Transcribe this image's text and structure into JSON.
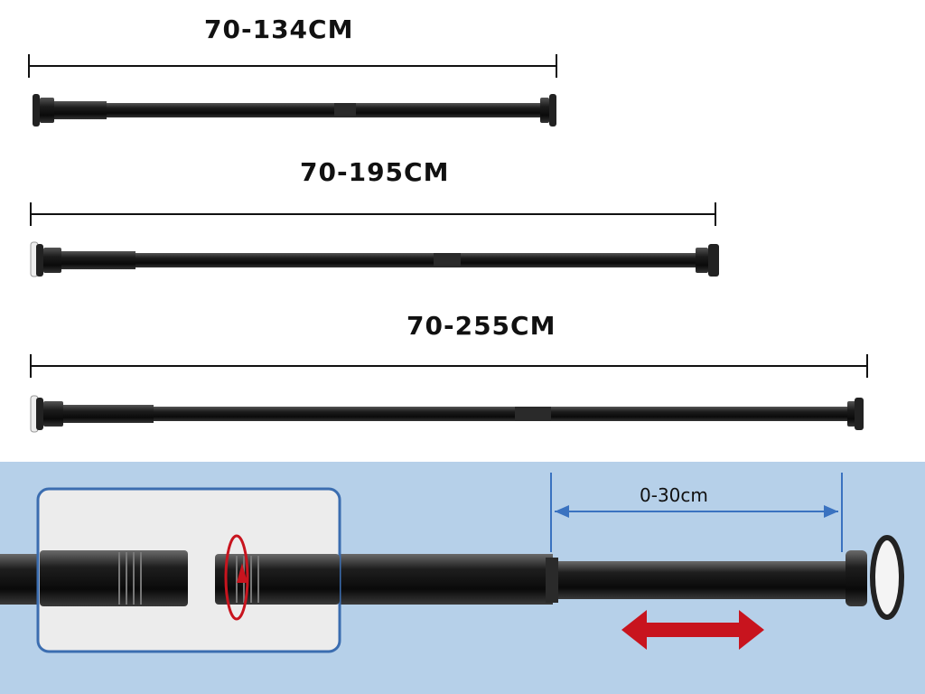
{
  "rods": [
    {
      "label": "70-134CM"
    },
    {
      "label": "70-195CM"
    },
    {
      "label": "70-255CM"
    }
  ],
  "detail": {
    "adjust_range": "0-30cm",
    "panel_color": "#b6d0e9",
    "rod_color": "#1a1a1a",
    "arrow_color": "#c8141e",
    "dimension_color": "#3a72c0"
  }
}
